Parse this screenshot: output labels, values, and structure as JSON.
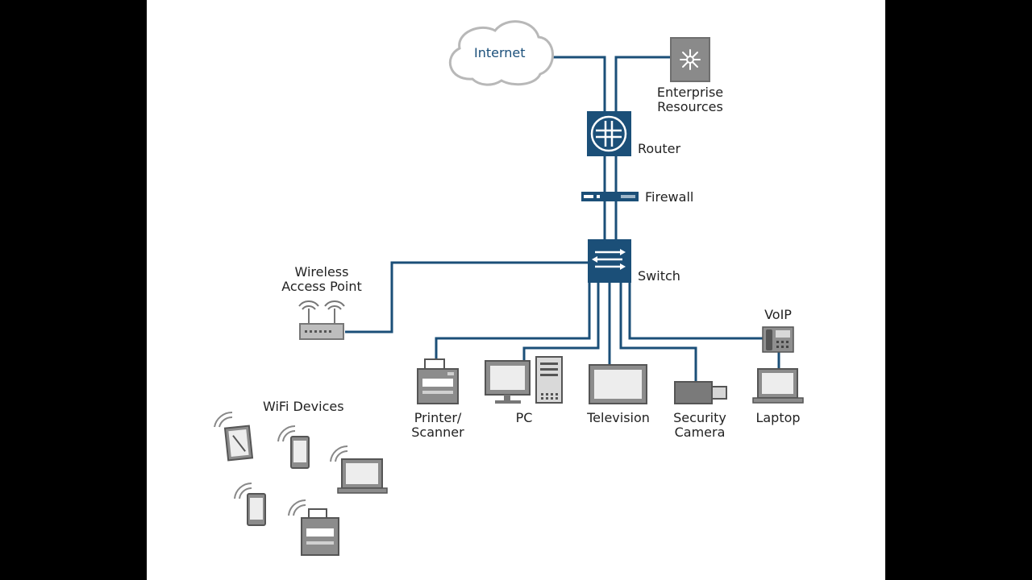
{
  "labels": {
    "internet": "Internet",
    "enterprise_resources": [
      "Enterprise",
      "Resources"
    ],
    "router": "Router",
    "firewall": "Firewall",
    "switch": "Switch",
    "wireless_ap": [
      "Wireless",
      "Access Point"
    ],
    "voip": "VoIP",
    "printer_scanner": [
      "Printer/",
      "Scanner"
    ],
    "pc": "PC",
    "television": "Television",
    "security_camera": [
      "Security",
      "Camera"
    ],
    "laptop": "Laptop",
    "wifi_devices": "WiFi Devices"
  },
  "colors": {
    "link": "#1b4f78",
    "device_fill": "#1b4f78",
    "gray": "#808080",
    "dark_gray": "#555555"
  },
  "icons": [
    "cloud-icon",
    "enterprise-resources-icon",
    "router-icon",
    "firewall-icon",
    "switch-icon",
    "wireless-ap-icon",
    "voip-phone-icon",
    "printer-icon",
    "pc-icon",
    "television-icon",
    "security-camera-icon",
    "laptop-icon",
    "tablet-icon",
    "smartphone-icon",
    "wifi-signal-icon"
  ]
}
